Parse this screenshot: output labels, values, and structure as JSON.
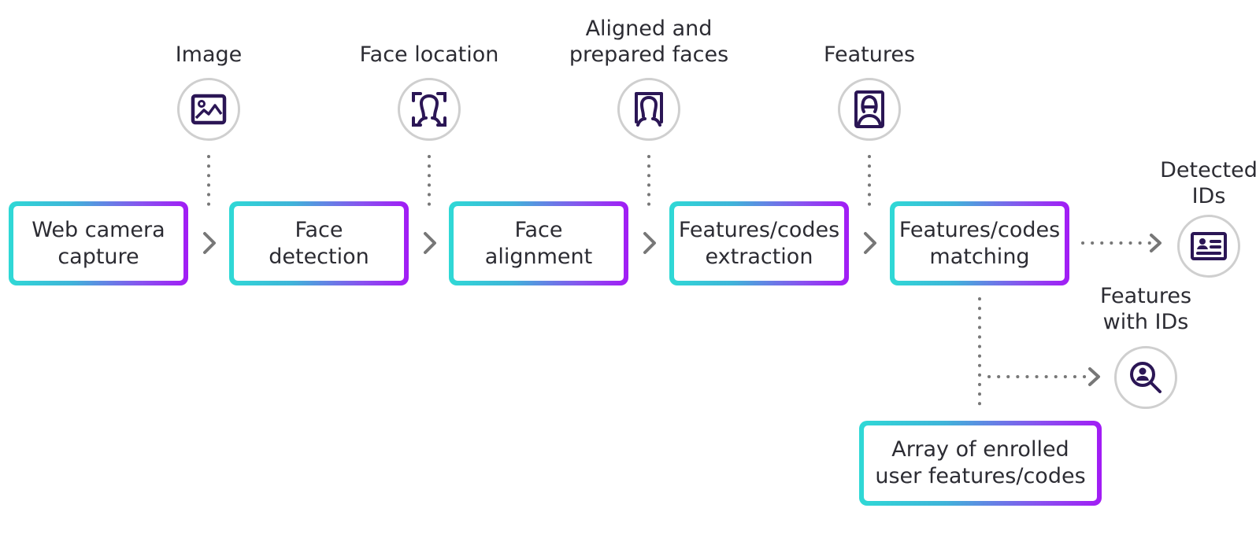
{
  "colors": {
    "gradient_start": "#2fd9d6",
    "gradient_end": "#a21cf5",
    "icon": "#2b1655",
    "connector": "#777777",
    "circle_border": "#cfcfcf",
    "text": "#2c2c33"
  },
  "steps": [
    {
      "label": "Web camera\ncapture"
    },
    {
      "label": "Face\ndetection"
    },
    {
      "label": "Face\nalignment"
    },
    {
      "label": "Features/codes\nextraction"
    },
    {
      "label": "Features/codes\nmatching"
    }
  ],
  "database": {
    "label": "Array of enrolled\nuser features/codes"
  },
  "outputs": [
    {
      "label": "Image",
      "icon": "image-icon"
    },
    {
      "label": "Face location",
      "icon": "face-scan-icon"
    },
    {
      "label": "Aligned and\nprepared faces",
      "icon": "aligned-face-icon"
    },
    {
      "label": "Features",
      "icon": "features-portrait-icon"
    },
    {
      "label": "Detected\nIDs",
      "icon": "id-card-icon"
    },
    {
      "label": "Features\nwith IDs",
      "icon": "user-search-icon"
    }
  ]
}
